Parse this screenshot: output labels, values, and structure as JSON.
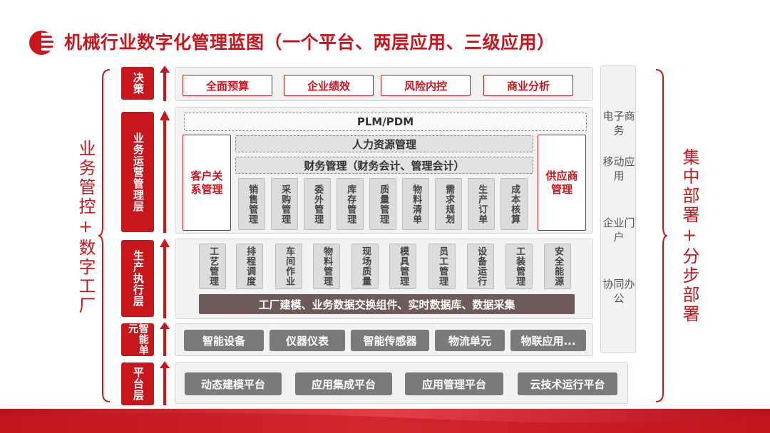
{
  "title": "机械行业数字化管理蓝图（一个平台、两层应用、三级应用）",
  "left_side": "业务管控+数字工厂",
  "right_side": "集中部署+分步部署",
  "layers": {
    "decision": {
      "label": "决策",
      "items": [
        "全面预算",
        "企业绩效",
        "风险内控",
        "商业分析"
      ]
    },
    "operation": {
      "label": "业务运营管理层",
      "plm": "PLM/PDM",
      "hr": "人力资源管理",
      "finance": "财务管理（财务会计、管理会计）",
      "crm": "客户关系管理",
      "scm": "供应商管理",
      "modules": [
        "销售管理",
        "采购管理",
        "委外管理",
        "库存管理",
        "质量管理",
        "物料清单",
        "需求规划",
        "生产订单",
        "成本核算"
      ]
    },
    "production": {
      "label": "生产执行层",
      "modules": [
        "工艺管理",
        "排程调度",
        "车间作业",
        "物料管理",
        "现场质量",
        "模具管理",
        "员工管理",
        "设备运行",
        "工装管理",
        "安全能源"
      ],
      "bar": "工厂建模、业务数据交换组件、实时数据库、数据采集"
    },
    "smart": {
      "label": "智能单元",
      "items": [
        "智能设备",
        "仪器仪表",
        "智能传感器",
        "物流单元",
        "物联应用..."
      ]
    },
    "platform": {
      "label": "平台层",
      "items": [
        "动态建模平台",
        "应用集成平台",
        "应用管理平台",
        "云技术运行平台"
      ]
    }
  },
  "right_column": [
    "电子商务",
    "移动应用",
    "企业门户",
    "协同办公"
  ],
  "colors": {
    "accent": "#c8161d",
    "panel": "#f2f2f2",
    "cell": "#dcdcdc",
    "button": "#7a7a7a",
    "bar": "#6f5a5a"
  }
}
